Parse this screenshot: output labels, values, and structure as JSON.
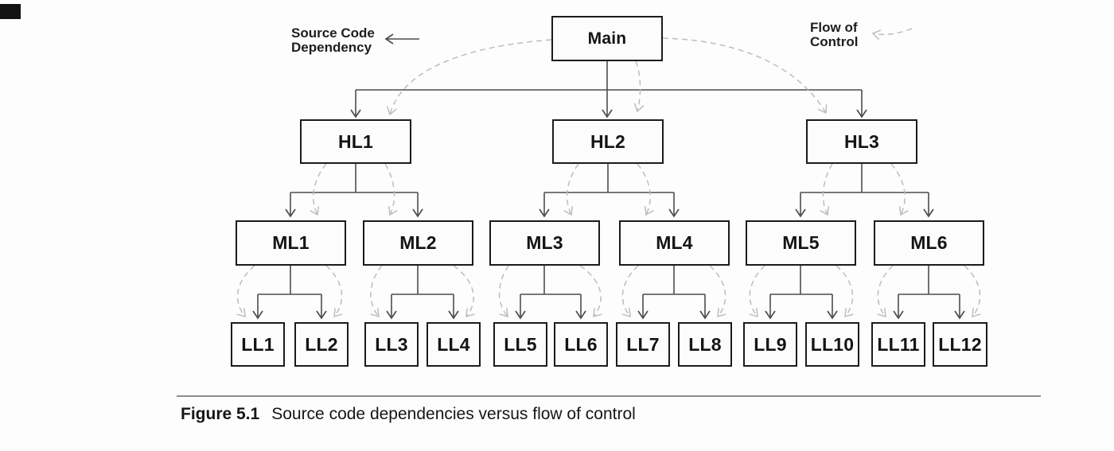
{
  "figure_caption": {
    "label": "Figure 5.1",
    "text": "Source code dependencies versus flow of control"
  },
  "legend": {
    "source_code_dependency": {
      "line1": "Source Code",
      "line2": "Dependency"
    },
    "flow_of_control": {
      "line1": "Flow of",
      "line2": "Control"
    }
  },
  "nodes": {
    "main": "Main",
    "high_level": [
      "HL1",
      "HL2",
      "HL3"
    ],
    "mid_level": [
      "ML1",
      "ML2",
      "ML3",
      "ML4",
      "ML5",
      "ML6"
    ],
    "low_level": [
      "LL1",
      "LL2",
      "LL3",
      "LL4",
      "LL5",
      "LL6",
      "LL7",
      "LL8",
      "LL9",
      "LL10",
      "LL11",
      "LL12"
    ]
  },
  "colors": {
    "box_border": "#1b1b1b",
    "solid_dependency_line": "#4d4d4d",
    "dashed_flow_line": "#bdbdbd",
    "caption_rule": "#8d8d8d",
    "background": "#fdfdfd"
  }
}
